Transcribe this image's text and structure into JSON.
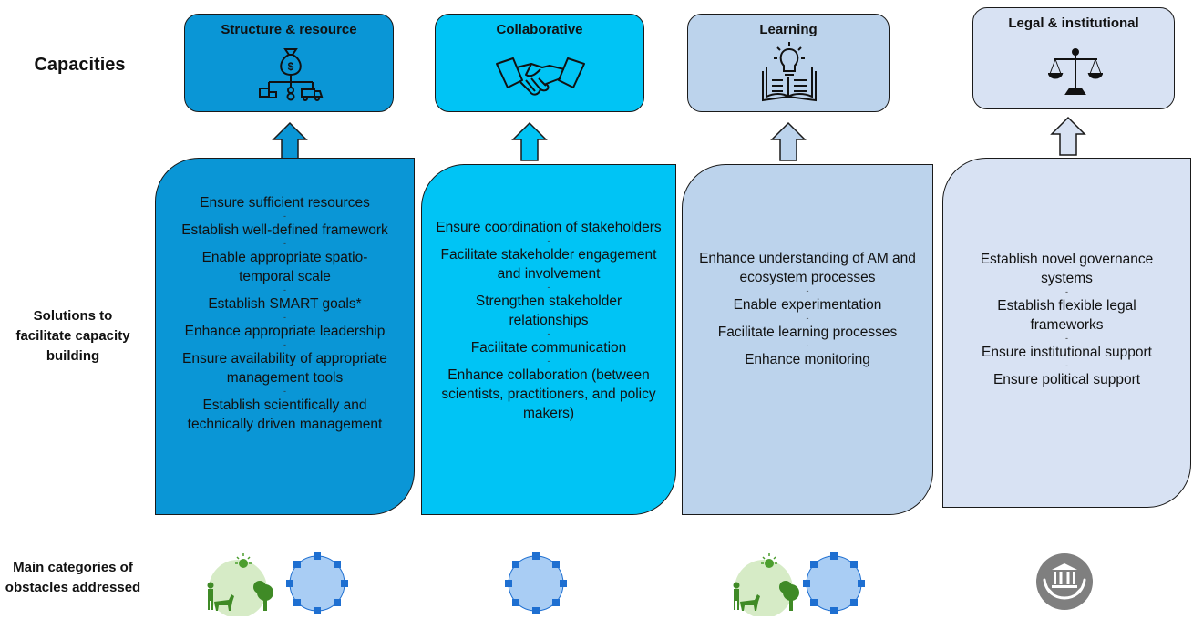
{
  "row_labels": {
    "capacities": "Capacities",
    "solutions": "Solutions to facilitate capacity building",
    "obstacles": "Main categories of obstacles addressed"
  },
  "columns": [
    {
      "title": "Structure & resource",
      "icon": "money-bag-structure-icon",
      "color": "#0a96d6",
      "solutions": [
        "Ensure sufficient resources",
        "Establish well-defined framework",
        "Enable appropriate spatio-temporal scale",
        "Establish SMART goals*",
        "Enhance appropriate leadership",
        "Ensure availability of appropriate management tools",
        "Establish scientifically and technically driven management"
      ],
      "obstacles": [
        "ecological-obstacle-icon",
        "social-network-obstacle-icon"
      ]
    },
    {
      "title": "Collaborative",
      "icon": "handshake-icon",
      "color": "#00c4f5",
      "solutions": [
        "Ensure coordination of stakeholders",
        "Facilitate stakeholder engagement and involvement",
        "Strengthen stakeholder relationships",
        "Facilitate communication",
        "Enhance collaboration (between scientists, practitioners, and policy makers)"
      ],
      "obstacles": [
        "social-network-obstacle-icon"
      ]
    },
    {
      "title": "Learning",
      "icon": "book-lightbulb-icon",
      "color": "#bcd3ec",
      "solutions": [
        "Enhance understanding of AM and ecosystem processes",
        "Enable experimentation",
        "Facilitate learning processes",
        "Enhance monitoring"
      ],
      "obstacles": [
        "ecological-obstacle-icon",
        "social-network-obstacle-icon"
      ]
    },
    {
      "title": "Legal & institutional",
      "icon": "scales-of-justice-icon",
      "color": "#d8e2f3",
      "solutions": [
        "Establish novel governance systems",
        "Establish flexible legal frameworks",
        "Ensure institutional support",
        "Ensure political support"
      ],
      "obstacles": [
        "institution-hands-obstacle-icon"
      ]
    }
  ]
}
